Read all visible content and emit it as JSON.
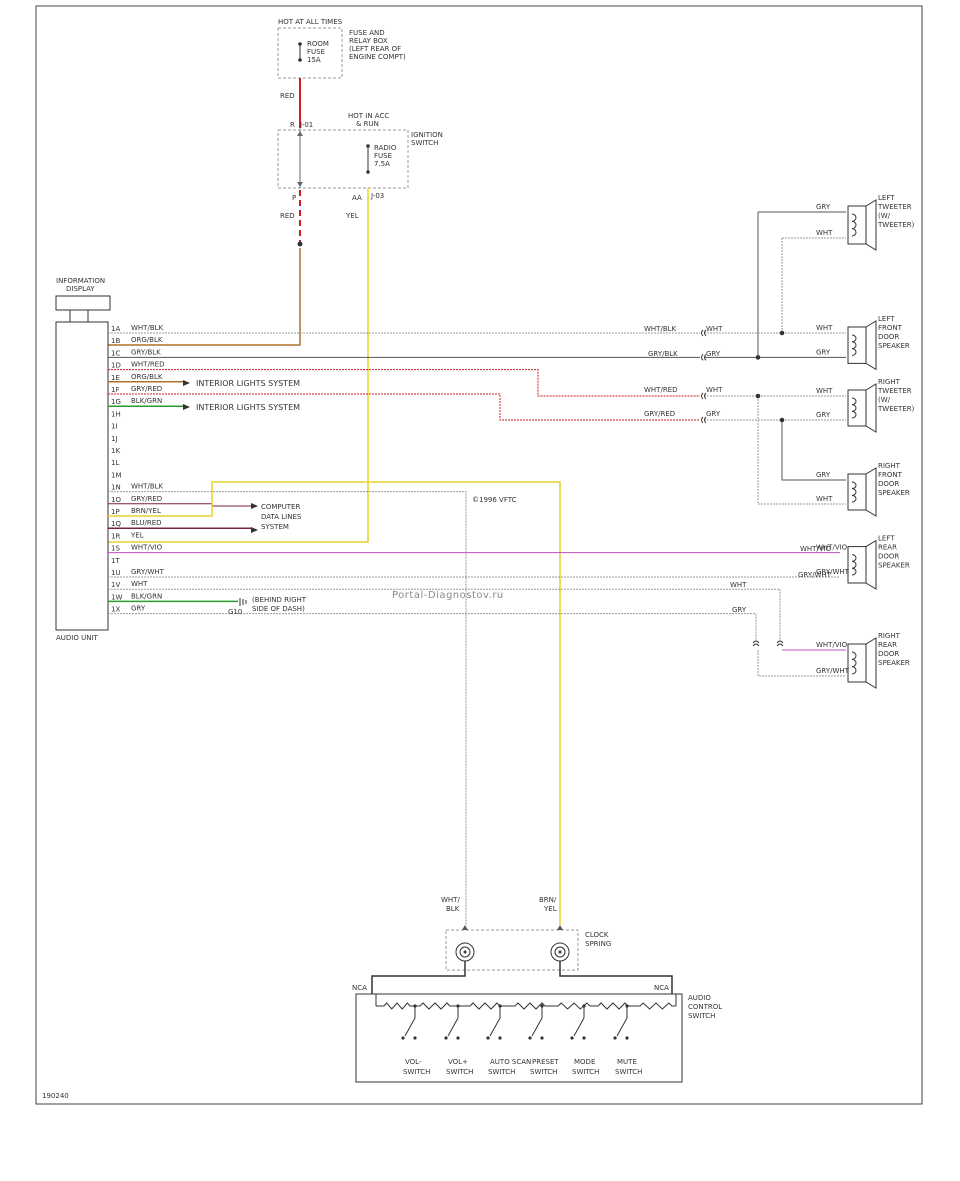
{
  "diagram_id": "190240",
  "watermark": "Portal-Diagnostov.ru",
  "copyright": "©1996 VFTC",
  "fuse_box": {
    "hot_label": "HOT AT ALL TIMES",
    "fuse_label": [
      "ROOM",
      "FUSE",
      "15A"
    ],
    "box_label": [
      "FUSE AND",
      "RELAY BOX",
      "(LEFT REAR OF",
      "ENGINE COMPT)"
    ]
  },
  "ignition": {
    "hot_label": [
      "HOT IN ACC",
      "& RUN"
    ],
    "fuse_label": [
      "RADIO",
      "FUSE",
      "7.5A"
    ],
    "switch_label": [
      "IGNITION",
      "SWITCH"
    ],
    "j01": "J-01",
    "j03": "J-03",
    "pin_r": "R",
    "pin_p": "P",
    "pin_aa": "AA"
  },
  "wire_labels": {
    "red_top": "RED",
    "red_mid": "RED",
    "yel_mid": "YEL"
  },
  "info_display": [
    "INFORMATION",
    "DISPLAY"
  ],
  "audio_unit": "AUDIO UNIT",
  "connector_pins": [
    {
      "pin": "1A",
      "wire": "WHT/BLK"
    },
    {
      "pin": "1B",
      "wire": "ORG/BLK"
    },
    {
      "pin": "1C",
      "wire": "GRY/BLK"
    },
    {
      "pin": "1D",
      "wire": "WHT/RED"
    },
    {
      "pin": "1E",
      "wire": "ORG/BLK"
    },
    {
      "pin": "1F",
      "wire": "GRY/RED"
    },
    {
      "pin": "1G",
      "wire": "BLK/GRN"
    },
    {
      "pin": "1H",
      "wire": ""
    },
    {
      "pin": "1I",
      "wire": ""
    },
    {
      "pin": "1J",
      "wire": ""
    },
    {
      "pin": "1K",
      "wire": ""
    },
    {
      "pin": "1L",
      "wire": ""
    },
    {
      "pin": "1M",
      "wire": ""
    },
    {
      "pin": "1N",
      "wire": "WHT/BLK"
    },
    {
      "pin": "1O",
      "wire": "GRY/RED"
    },
    {
      "pin": "1P",
      "wire": "BRN/YEL"
    },
    {
      "pin": "1Q",
      "wire": "BLU/RED"
    },
    {
      "pin": "1R",
      "wire": "YEL"
    },
    {
      "pin": "1S",
      "wire": "WHT/VIO"
    },
    {
      "pin": "1T",
      "wire": ""
    },
    {
      "pin": "1U",
      "wire": "GRY/WHT"
    },
    {
      "pin": "1V",
      "wire": "WHT"
    },
    {
      "pin": "1W",
      "wire": "BLK/GRN"
    },
    {
      "pin": "1X",
      "wire": "GRY"
    }
  ],
  "interior_lights": "INTERIOR LIGHTS SYSTEM",
  "computer_data": [
    "COMPUTER",
    "DATA LINES",
    "SYSTEM"
  ],
  "ground": {
    "id": "G10",
    "note": [
      "(BEHIND RIGHT",
      "SIDE OF DASH)"
    ]
  },
  "right_wire_labels": {
    "wht_blk": "WHT/BLK",
    "grn_blk": "GRY/BLK",
    "wht_red": "WHT/RED",
    "gry_red": "GRY/RED",
    "wht": "WHT",
    "gry": "GRY",
    "wht_vio": "WHT/VIO",
    "gry_wht": "GRY/WHT"
  },
  "speakers": [
    {
      "name": [
        "LEFT",
        "TWEETER",
        "(W/",
        "TWEETER)"
      ],
      "top": "GRY",
      "bottom": "WHT"
    },
    {
      "name": [
        "LEFT",
        "FRONT",
        "DOOR",
        "SPEAKER"
      ],
      "top": "WHT",
      "bottom": "GRY"
    },
    {
      "name": [
        "RIGHT",
        "TWEETER",
        "(W/",
        "TWEETER)"
      ],
      "top": "WHT",
      "bottom": "GRY"
    },
    {
      "name": [
        "RIGHT",
        "FRONT",
        "DOOR",
        "SPEAKER"
      ],
      "top": "GRY",
      "bottom": "WHT"
    },
    {
      "name": [
        "LEFT",
        "REAR",
        "DOOR",
        "SPEAKER"
      ],
      "top": "WHT/VIO",
      "bottom": "GRY/WHT"
    },
    {
      "name": [
        "RIGHT",
        "REAR",
        "DOOR",
        "SPEAKER"
      ],
      "top": "WHT/VIO",
      "bottom": "GRY/WHT"
    }
  ],
  "clock_spring": {
    "label": [
      "CLOCK",
      "SPRING"
    ],
    "left_wire": [
      "WHT/",
      "BLK"
    ],
    "right_wire": [
      "BRN/",
      "YEL"
    ]
  },
  "audio_control": {
    "label": [
      "AUDIO",
      "CONTROL",
      "SWITCH"
    ],
    "nca_left": "NCA",
    "nca_right": "NCA",
    "switches": [
      [
        "VOL-",
        "SWITCH"
      ],
      [
        "VOL+",
        "SWITCH"
      ],
      [
        "AUTO SCAN",
        "SWITCH"
      ],
      [
        "PRESET",
        "SWITCH"
      ],
      [
        "MODE",
        "SWITCH"
      ],
      [
        "MUTE",
        "SWITCH"
      ]
    ]
  },
  "colors": {
    "red": "#cc1f1f",
    "orange_brown": "#b0712b",
    "yellow": "#e8d22a",
    "green": "#2e9a2e",
    "violet": "#c050c0",
    "maroon": "#7a2040",
    "gray": "#9a9a9a",
    "dark": "#555555"
  }
}
